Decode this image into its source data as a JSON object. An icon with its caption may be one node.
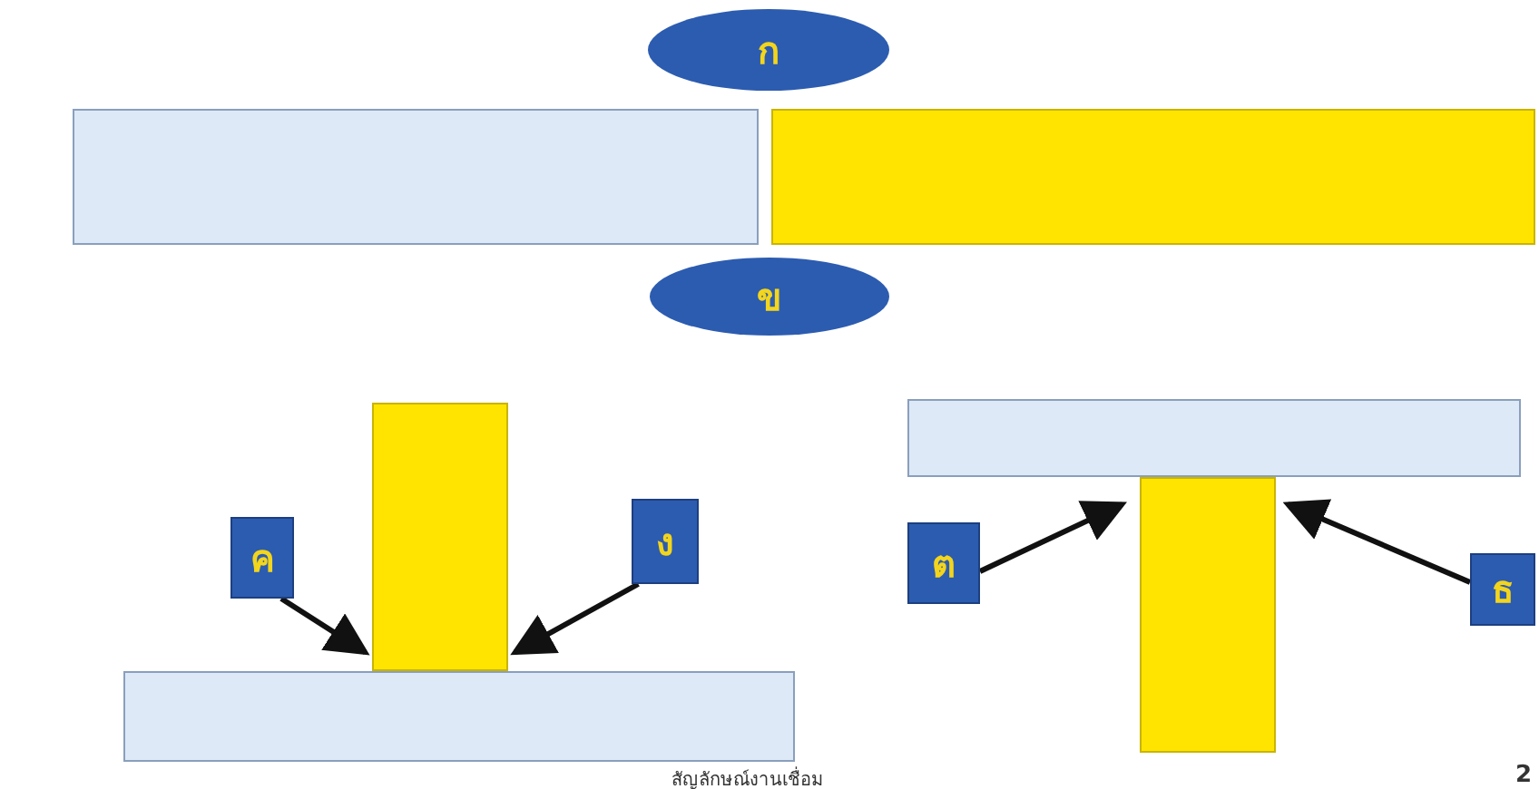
{
  "diagram": {
    "caption": "สัญลักษณ์งานเชื่อม",
    "nodes": [
      {
        "text": [
          "ก"
        ]
      },
      {
        "text": [],
        "shape": "box"
      },
      {
        "text": [],
        "shape": "box"
      },
      {
        "text": [
          "ข"
        ]
      },
      {
        "text": [],
        "shape": "box"
      },
      {
        "text": [],
        "shape": "box"
      },
      {
        "text": [
          "ค"
        ]
      },
      {
        "text": [
          "ง"
        ]
      },
      {
        "text": [
          "ต"
        ]
      },
      {
        "text": [],
        "shape": "box"
      },
      {
        "text": [
          "ธ"
        ]
      },
      {
        "text": [],
        "shape": "box"
      }
    ],
    "edges": [
      {
        "from": 6,
        "to": 4,
        "arrow": "to"
      },
      {
        "from": 7,
        "to": 4,
        "arrow": "to"
      },
      {
        "from": 8,
        "to": 5,
        "arrow": "to"
      },
      {
        "from": 10,
        "to": 5,
        "arrow": "to"
      }
    ],
    "labels": [
      "2"
    ]
  }
}
